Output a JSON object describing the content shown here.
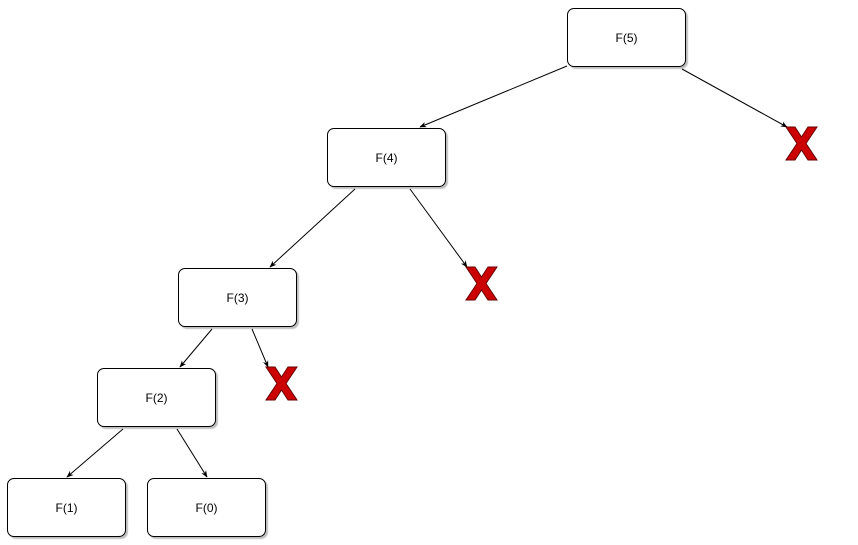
{
  "diagram": {
    "nodes": [
      {
        "id": "f5",
        "label": "F(5)"
      },
      {
        "id": "f4",
        "label": "F(4)"
      },
      {
        "id": "f3",
        "label": "F(3)"
      },
      {
        "id": "f2",
        "label": "F(2)"
      },
      {
        "id": "f1",
        "label": "F(1)"
      },
      {
        "id": "f0",
        "label": "F(0)"
      }
    ],
    "edges": [
      {
        "from": "f5",
        "to": "f4"
      },
      {
        "from": "f5",
        "to": "x1"
      },
      {
        "from": "f4",
        "to": "f3"
      },
      {
        "from": "f4",
        "to": "x2"
      },
      {
        "from": "f3",
        "to": "f2"
      },
      {
        "from": "f3",
        "to": "x3"
      },
      {
        "from": "f2",
        "to": "f1"
      },
      {
        "from": "f2",
        "to": "f0"
      }
    ],
    "cross_marks": [
      {
        "id": "x1",
        "label": "X"
      },
      {
        "id": "x2",
        "label": "X"
      },
      {
        "id": "x3",
        "label": "X"
      }
    ],
    "colors": {
      "box_border": "#000000",
      "box_fill": "#ffffff",
      "cross_fill": "#cc0000",
      "cross_stroke": "#660000",
      "edge": "#000000"
    }
  }
}
